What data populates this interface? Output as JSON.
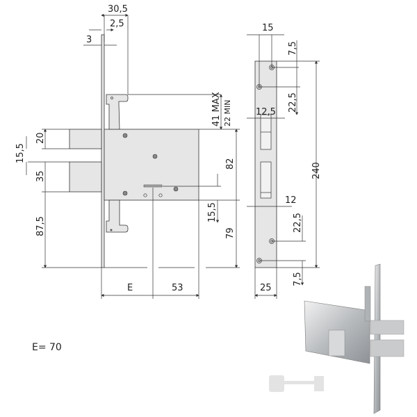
{
  "drawing": {
    "side_view_dims": {
      "d30_5": "30,5",
      "d2_5": "2,5",
      "d3": "3",
      "d41max": "41 MAX",
      "d22min": "22 MIN",
      "d20": "20",
      "d15_5a": "15,5",
      "d35": "35",
      "d87_5": "87,5",
      "d82": "82",
      "d15_5b": "15,5",
      "d79": "79",
      "dE": "E",
      "d53": "53"
    },
    "strike_plate_dims": {
      "d15": "15",
      "d7_5a": "7,5",
      "d22_5a": "22,5",
      "d12_5": "12,5",
      "d240": "240",
      "d12": "12",
      "d22_5b": "22,5",
      "d7_5b": "7,5",
      "d25": "25"
    },
    "note": "E= 70"
  },
  "colors": {
    "part_fill": "#e6e6e6",
    "line": "#333333"
  }
}
